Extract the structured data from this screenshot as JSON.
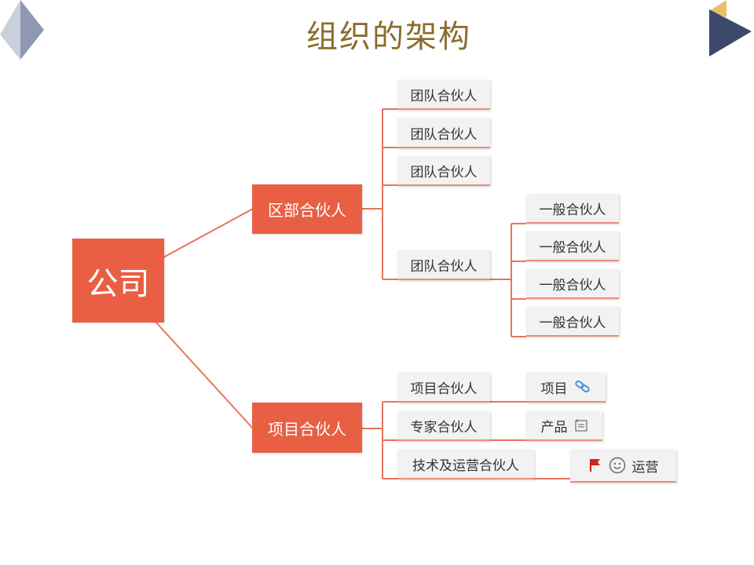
{
  "title": "组织的架构",
  "root": {
    "label": "公司"
  },
  "branches": [
    {
      "label": "区部合伙人",
      "children": [
        {
          "label": "团队合伙人"
        },
        {
          "label": "团队合伙人"
        },
        {
          "label": "团队合伙人"
        },
        {
          "label": "团队合伙人",
          "children": [
            {
              "label": "一般合伙人"
            },
            {
              "label": "一般合伙人"
            },
            {
              "label": "一般合伙人"
            },
            {
              "label": "一般合伙人"
            }
          ]
        }
      ]
    },
    {
      "label": "项目合伙人",
      "children": [
        {
          "label": "项目合伙人",
          "child": {
            "label": "项目",
            "icon": "link-icon"
          }
        },
        {
          "label": "专家合伙人",
          "child": {
            "label": "产品",
            "icon": "note-icon"
          }
        },
        {
          "label": "技术及运营合伙人",
          "child": {
            "label": "运营",
            "icons": [
              "flag-icon",
              "smiley-icon"
            ]
          }
        }
      ]
    }
  ],
  "colors": {
    "accent": "#e85f43",
    "connector": "#e8745c",
    "title": "#8a6d2c",
    "navy": "#3b4a6b",
    "gold": "#e8c06a"
  }
}
